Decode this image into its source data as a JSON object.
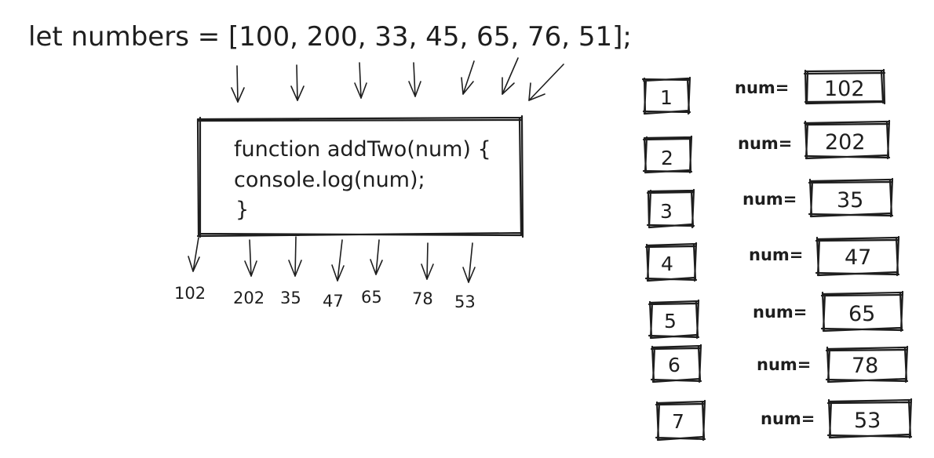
{
  "header": {
    "code_line": "let numbers = [100, 200, 33, 45, 65, 76, 51];"
  },
  "function_box": {
    "lines": [
      "function addTwo(num) {",
      "console.log(num);",
      "}"
    ]
  },
  "outputs": [
    "102",
    "202",
    "35",
    "47",
    "65",
    "78",
    "53"
  ],
  "iterations": [
    {
      "index": "1",
      "label": "num=",
      "value": "102"
    },
    {
      "index": "2",
      "label": "num=",
      "value": "202"
    },
    {
      "index": "3",
      "label": "num=",
      "value": "35"
    },
    {
      "index": "4",
      "label": "num=",
      "value": "47"
    },
    {
      "index": "5",
      "label": "num=",
      "value": "65"
    },
    {
      "index": "6",
      "label": "num=",
      "value": "78"
    },
    {
      "index": "7",
      "label": "num=",
      "value": "53"
    }
  ]
}
